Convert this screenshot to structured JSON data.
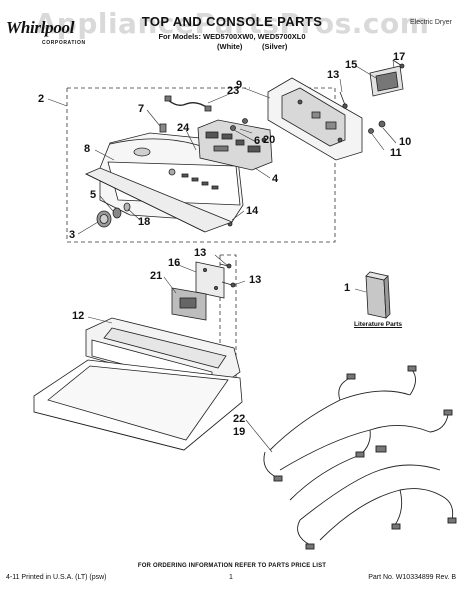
{
  "header": {
    "brand": "Whirlpool",
    "brand_sub": "CORPORATION",
    "title": "TOP AND CONSOLE PARTS",
    "models_line": "For Models: WED5700XW0, WED5700XL0",
    "variant_white": "(White)",
    "variant_silver": "(Silver)",
    "product": "Electric Dryer"
  },
  "watermark": "AppliancePartsPros.com",
  "literature_label": "Literature Parts",
  "callouts": {
    "c1": "1",
    "c2": "2",
    "c3": "3",
    "c4": "4",
    "c5": "5",
    "c6": "6",
    "c7": "7",
    "c8": "8",
    "c9": "9",
    "c10": "10",
    "c11": "11",
    "c12": "12",
    "c13a": "13",
    "c13b": "13",
    "c13c": "13",
    "c14": "14",
    "c15": "15",
    "c16": "16",
    "c17": "17",
    "c18": "18",
    "c19": "19",
    "c20": "20",
    "c21": "21",
    "c22": "22",
    "c23": "23",
    "c24": "24"
  },
  "footer": {
    "order_note": "FOR ORDERING INFORMATION REFER TO PARTS PRICE LIST",
    "printed": "4-11 Printed in U.S.A. (LT) (psw)",
    "page": "1",
    "part_no": "Part No. W10334899 Rev. B"
  },
  "colors": {
    "line": "#222222",
    "dash": "#333333",
    "fill_light": "#f2f2f2",
    "fill_mid": "#cfcfcf",
    "fill_dark": "#7a7a7a"
  }
}
